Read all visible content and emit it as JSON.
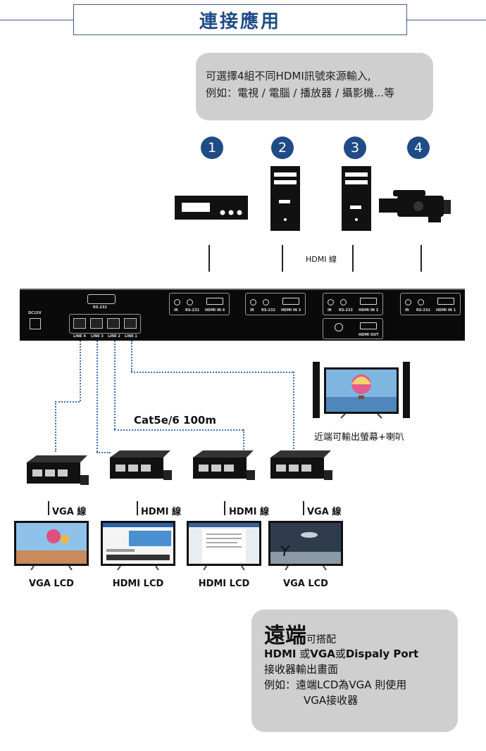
{
  "header": {
    "title": "連接應用"
  },
  "top_note": {
    "line1": "可選擇4組不同HDMI訊號來源輸入,",
    "line2": "例如：電視 / 電腦 / 播放器 / 攝影機...等"
  },
  "sources": [
    {
      "number": "1",
      "icon": "set-top-box-icon"
    },
    {
      "number": "2",
      "icon": "pc-tower-icon"
    },
    {
      "number": "3",
      "icon": "pc-tower-icon"
    },
    {
      "number": "4",
      "icon": "video-camera-icon"
    }
  ],
  "hdmi_cable_label": "HDMI 線",
  "device": {
    "dc_label": "DC12V",
    "rs232_label": "RS-232",
    "line_labels": [
      "LINE 4",
      "LINE 3",
      "LINE 2",
      "LINE 1"
    ],
    "input_groups": [
      {
        "ir": "IR",
        "rs": "RS-232",
        "hdmi": "HDMI IN 4"
      },
      {
        "ir": "IR",
        "rs": "RS-232",
        "hdmi": "HDMI IN 3"
      },
      {
        "ir": "IR",
        "rs": "RS-232",
        "hdmi": "HDMI IN 2"
      },
      {
        "ir": "IR",
        "rs": "RS-232",
        "hdmi": "HDMI IN 1"
      }
    ],
    "hdmi_out_label": "HDMI OUT"
  },
  "local_output_label": "近端可輸出螢幕+喇叭",
  "cat_cable_label": "Cat5e/6 100m",
  "receivers": [
    {
      "cable": "VGA 線",
      "display": "VGA LCD"
    },
    {
      "cable": "HDMI 線",
      "display": "HDMI LCD"
    },
    {
      "cable": "HDMI 線",
      "display": "HDMI LCD"
    },
    {
      "cable": "VGA 線",
      "display": "VGA LCD"
    }
  ],
  "bottom_note": {
    "big": "遠端",
    "big_suffix": "可搭配",
    "line2_a": "HDMI",
    "line2_b": " 或",
    "line2_c": "VGA",
    "line2_d": "或",
    "line2_e": "Dispaly Port",
    "line3": "接收器輸出畫面",
    "line4": "例如：遠端LCD為VGA 則使用",
    "line5": "VGA接收器"
  },
  "colors": {
    "accent": "#1f4b86",
    "bubble": "#cfcfcf",
    "dotted": "#3a6eb5"
  }
}
